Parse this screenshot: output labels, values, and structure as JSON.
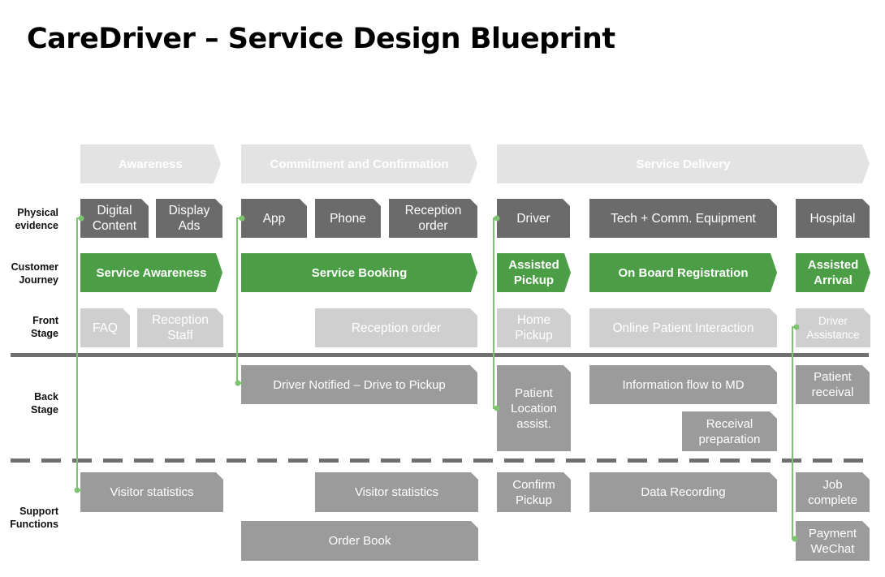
{
  "title": "CareDriver – Service Design Blueprint",
  "phases": [
    "Awareness",
    "Commitment and Confirmation",
    "Service Delivery"
  ],
  "row_labels": {
    "physical_evidence": [
      "Physical",
      "evidence"
    ],
    "customer_journey": [
      "Customer",
      "Journey"
    ],
    "front_stage": [
      "Front",
      "Stage"
    ],
    "back_stage": [
      "Back",
      "Stage"
    ],
    "support_functions": [
      "Support",
      "Functions"
    ]
  },
  "physical_evidence": [
    [
      "Digital",
      "Content"
    ],
    [
      "Display",
      "Ads"
    ],
    [
      "App"
    ],
    [
      "Phone"
    ],
    [
      "Reception",
      "order"
    ],
    [
      "Driver"
    ],
    [
      "Tech + Comm. Equipment"
    ],
    [
      "Hospital"
    ]
  ],
  "customer_journey": [
    [
      "Service Awareness"
    ],
    [
      "Service Booking"
    ],
    [
      "Assisted",
      "Pickup"
    ],
    [
      "On Board Registration"
    ],
    [
      "Assisted",
      "Arrival"
    ]
  ],
  "front_stage": [
    [
      "FAQ"
    ],
    [
      "Reception",
      "Staff"
    ],
    [
      "Reception order"
    ],
    [
      "Home",
      "Pickup"
    ],
    [
      "Online Patient Interaction"
    ],
    [
      "Driver",
      "Assistance"
    ]
  ],
  "back_stage": [
    [
      "Driver Notified – Drive to Pickup"
    ],
    [
      "Patient",
      "Location",
      "assist."
    ],
    [
      "Information flow to MD"
    ],
    [
      "Receival",
      "preparation"
    ],
    [
      "Patient",
      "receival"
    ]
  ],
  "support_functions": [
    [
      "Visitor statistics"
    ],
    [
      "Visitor statistics"
    ],
    [
      "Confirm",
      "Pickup"
    ],
    [
      "Data Recording"
    ],
    [
      "Job",
      "complete"
    ],
    [
      "Order Book"
    ],
    [
      "Payment",
      "WeChat"
    ]
  ],
  "colors": {
    "phase": "#e3e3e3",
    "evidence": "#6b6b6b",
    "journey": "#4b9e45",
    "front": "#cfcfcf",
    "back": "#9b9b9b",
    "support": "#9b9b9b",
    "connector": "#7dc46f",
    "divider": "#707070"
  }
}
